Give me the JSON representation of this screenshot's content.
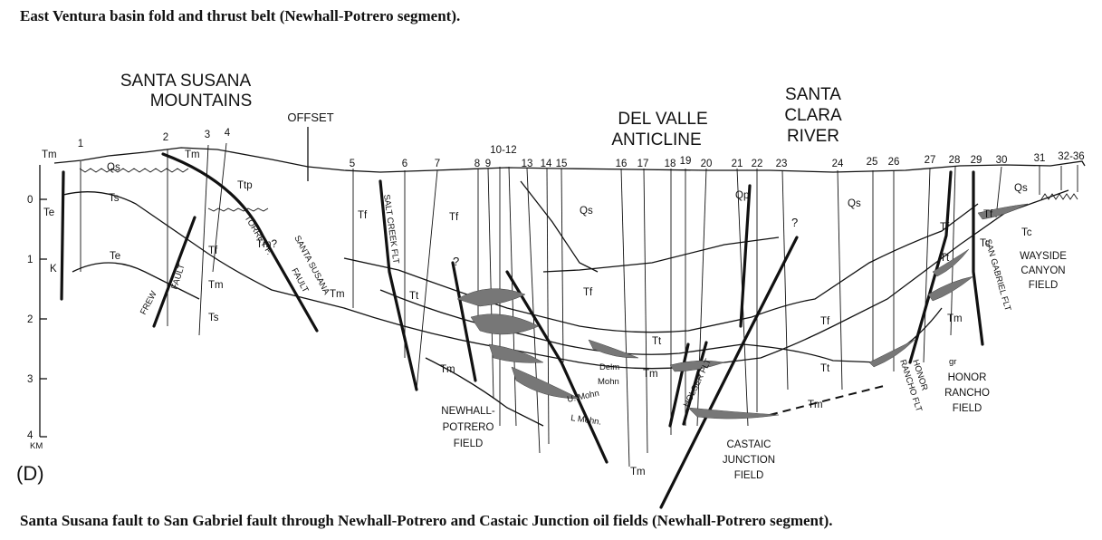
{
  "title": "East Ventura basin fold and thrust belt (Newhall-Potrero segment).",
  "caption": "Santa Susana fault to San Gabriel fault through Newhall-Potrero and Castaic Junction oil fields (Newhall-Potrero segment).",
  "panel_label": "(D)",
  "region_labels": {
    "santa_susana_mtns_1": "SANTA SUSANA",
    "santa_susana_mtns_2": "MOUNTAINS",
    "offset": "OFFSET",
    "del_valle_1": "DEL VALLE",
    "del_valle_2": "ANTICLINE",
    "santa_clara_1": "SANTA",
    "santa_clara_2": "CLARA",
    "santa_clara_3": "RIVER"
  },
  "well_numbers": [
    "1",
    "2",
    "3",
    "4",
    "5",
    "6",
    "7",
    "8",
    "9",
    "10-12",
    "13",
    "14",
    "15",
    "16",
    "17",
    "18",
    "19",
    "20",
    "21",
    "22",
    "23",
    "24",
    "25",
    "26",
    "27",
    "28",
    "29",
    "30",
    "31",
    "32-36"
  ],
  "depth_axis": {
    "ticks": [
      "0",
      "1",
      "2",
      "3",
      "4"
    ],
    "unit": "KM"
  },
  "formation_labels": {
    "tm": "Tm",
    "qs": "Qs",
    "ts": "Ts",
    "te": "Te",
    "k": "K",
    "ttp": "Ttp",
    "tf": "Tf",
    "tt": "Tt",
    "tm_q": "Tm?",
    "qp": "Qp",
    "tc": "Tc",
    "delm": "Delm",
    "mohn": "Mohn",
    "u_mohn": "U. Mohn",
    "l_mohn": "L Mohn.",
    "gr": "gr",
    "q": "?"
  },
  "fault_labels": {
    "frew": "FREW",
    "fault": "FAULT",
    "torrey": "TORREY F.",
    "santa_susana_1": "SANTA SUSANA",
    "santa_susana_2": "FAULT",
    "salt_creek": "SALT CREEK FLT",
    "holser": "HOLSER FLT",
    "honor_rancho_flt_1": "HONOR",
    "honor_rancho_flt_2": "RANCHO FLT",
    "san_gabriel": "SAN GABRIEL FLT"
  },
  "field_labels": {
    "newhall_1": "NEWHALL-",
    "newhall_2": "POTRERO",
    "newhall_3": "FIELD",
    "castaic_1": "CASTAIC",
    "castaic_2": "JUNCTION",
    "castaic_3": "FIELD",
    "honor_1": "HONOR",
    "honor_2": "RANCHO",
    "honor_3": "FIELD",
    "wayside_1": "WAYSIDE",
    "wayside_2": "CANYON",
    "wayside_3": "FIELD"
  }
}
